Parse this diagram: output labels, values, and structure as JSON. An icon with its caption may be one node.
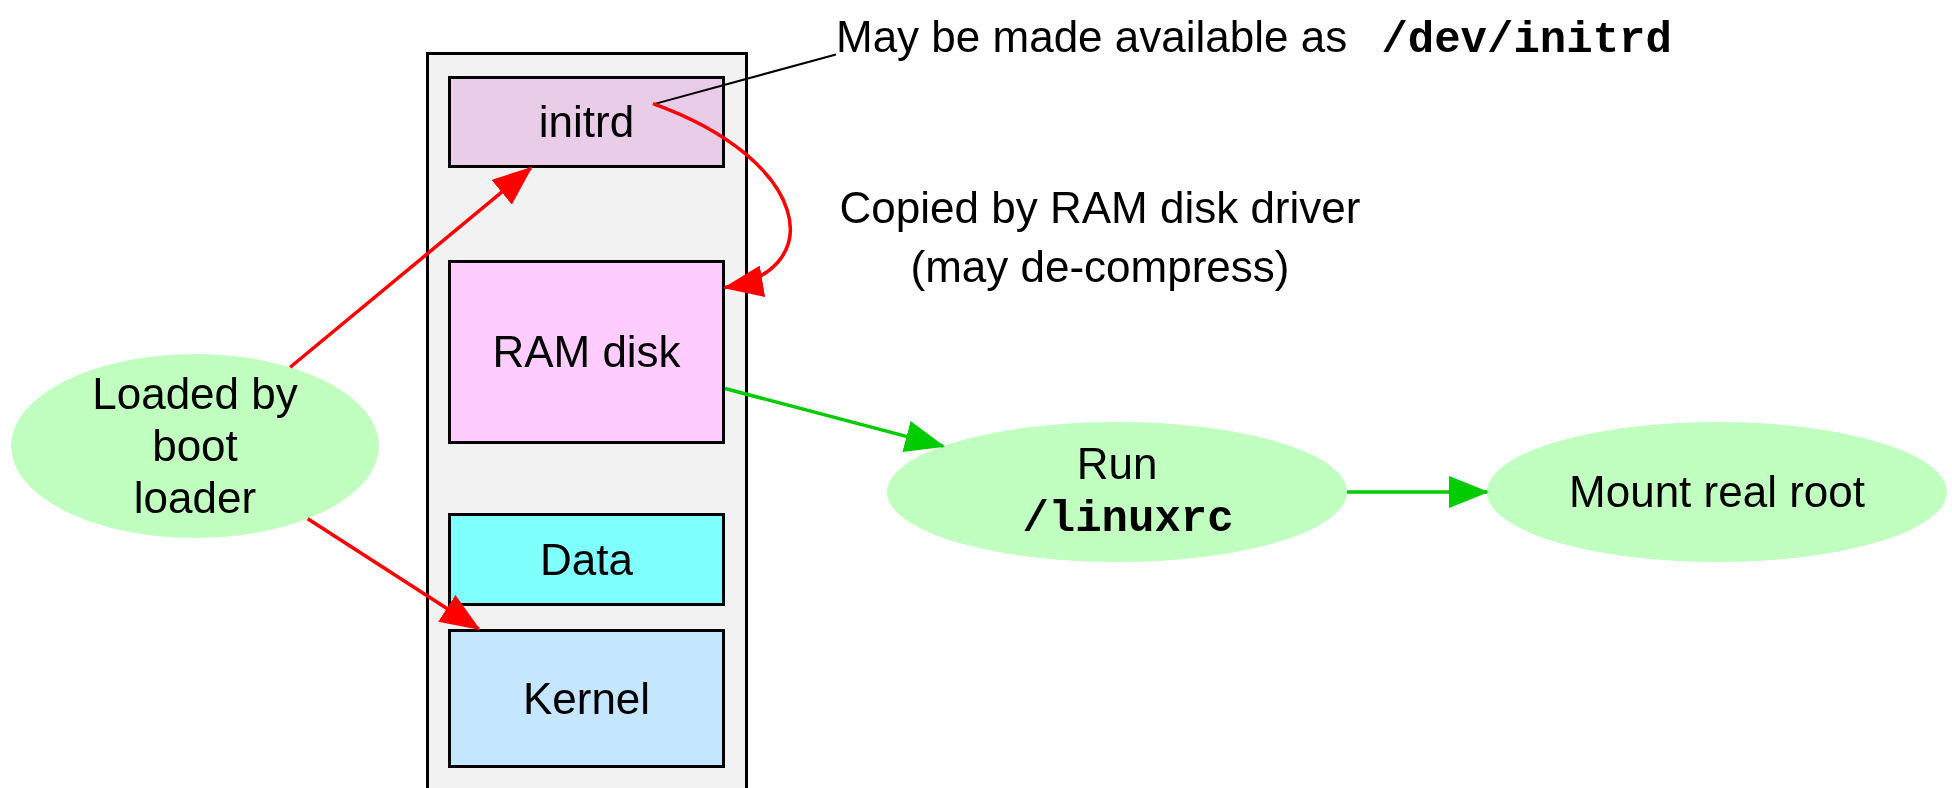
{
  "diagram": {
    "nodes": [
      {
        "text": [],
        "shape": "box"
      },
      {
        "text": [
          "initrd"
        ],
        "in": 0
      },
      {
        "text": [
          "RAM disk"
        ],
        "in": 0
      },
      {
        "text": [
          "Data"
        ],
        "in": 0
      },
      {
        "text": [
          "Kernel"
        ],
        "in": 0
      },
      {
        "text": [
          "Loaded by boot loader"
        ]
      },
      {
        "text": [
          "Run **/linuxrc**"
        ]
      },
      {
        "text": [
          "Mount real root"
        ]
      },
      {
        "text": [
          "May be made available as **/dev/initrd**"
        ]
      }
    ],
    "edges": [
      {
        "from": 8,
        "to": 1,
        "arrow": "none",
        "color": "#000000"
      },
      {
        "from": 5,
        "to": 1,
        "arrow": "to"
      },
      {
        "from": 5,
        "to": 4,
        "arrow": "to"
      },
      {
        "from": 1,
        "to": 2,
        "arrow": "to",
        "label": "Copied by RAM disk driver (may de-compress)"
      },
      {
        "from": 2,
        "to": 6,
        "arrow": "to",
        "color": "#00cc00"
      },
      {
        "from": 6,
        "to": 7,
        "arrow": "to",
        "color": "#00cc00"
      }
    ]
  }
}
